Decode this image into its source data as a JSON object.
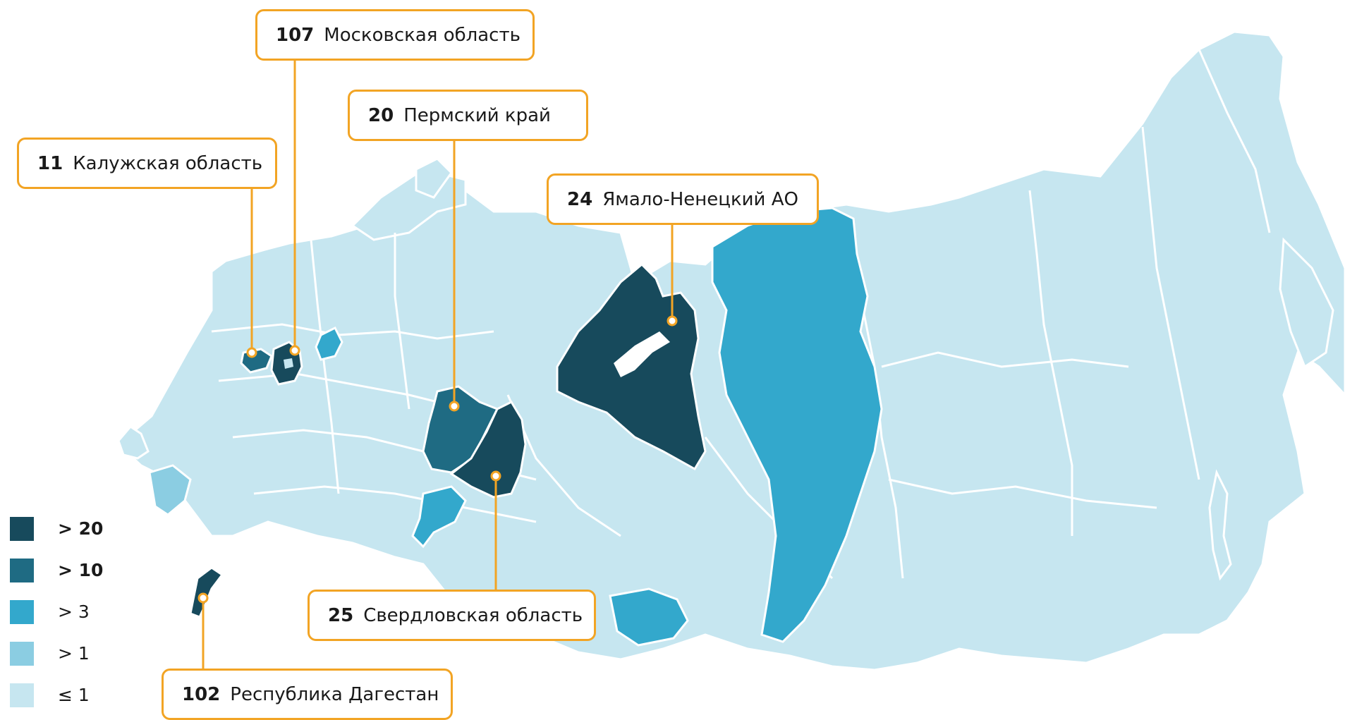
{
  "colors": {
    "tier_gt20": "#174A5C",
    "tier_gt10": "#1F6B83",
    "tier_gt3": "#33A8CC",
    "tier_gt1": "#8BCDE2",
    "tier_le1": "#C6E6F0",
    "callout_border": "#F2A424",
    "borders": "#FFFFFF"
  },
  "legend": [
    {
      "label": "> 20",
      "tier": "tier_gt20"
    },
    {
      "label": "> 10",
      "tier": "tier_gt10"
    },
    {
      "label": "> 3",
      "tier": "tier_gt3"
    },
    {
      "label": "> 1",
      "tier": "tier_gt1"
    },
    {
      "label": "≤ 1",
      "tier": "tier_le1"
    }
  ],
  "regions": [
    {
      "value": "107",
      "name": "Московская область",
      "tier": "tier_gt20"
    },
    {
      "value": "20",
      "name": "Пермский край",
      "tier": "tier_gt10"
    },
    {
      "value": "11",
      "name": "Калужская область",
      "tier": "tier_gt10"
    },
    {
      "value": "24",
      "name": "Ямало-Ненецкий АО",
      "tier": "tier_gt20"
    },
    {
      "value": "25",
      "name": "Свердловская область",
      "tier": "tier_gt20"
    },
    {
      "value": "102",
      "name": "Республика Дагестан",
      "tier": "tier_gt20"
    }
  ]
}
